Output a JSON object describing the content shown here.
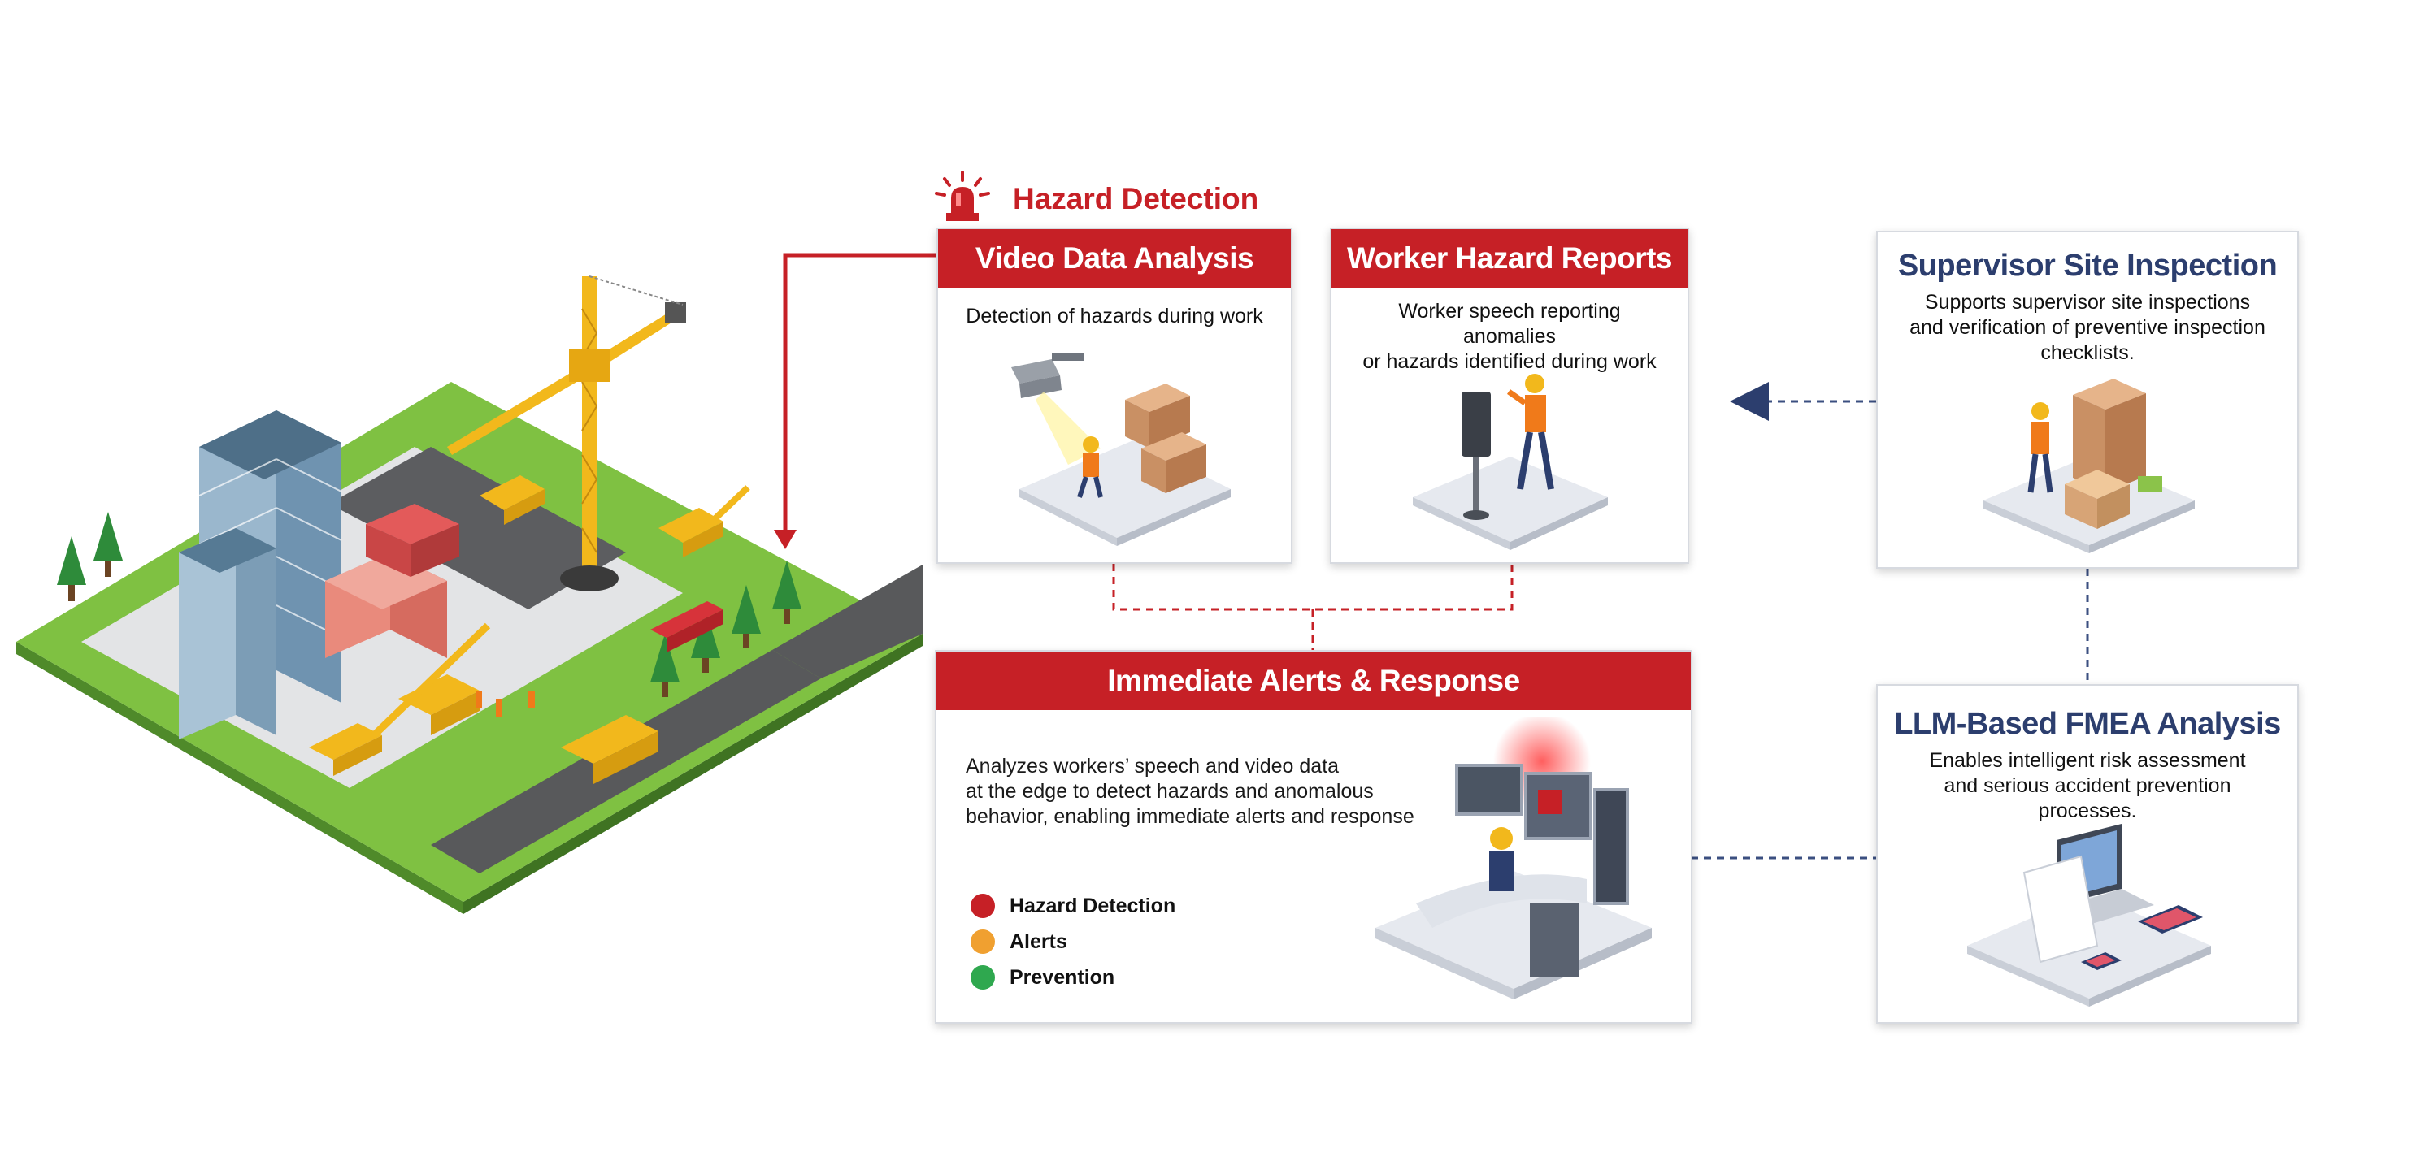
{
  "hazard_heading": "Hazard Detection",
  "cards": {
    "video": {
      "title": "Video Data Analysis",
      "description": "Detection of hazards during work"
    },
    "worker": {
      "title": "Worker Hazard Reports",
      "description_line1": "Worker speech reporting anomalies",
      "description_line2": "or hazards identified during work"
    },
    "alerts": {
      "title": "Immediate Alerts & Response",
      "description_line1": "Analyzes workers’ speech and video data",
      "description_line2": "at the edge to detect hazards and anomalous",
      "description_line3": "behavior,  enabling immediate alerts and response",
      "legend": [
        {
          "label": "Hazard Detection",
          "color": "#c62026"
        },
        {
          "label": "Alerts",
          "color": "#f0a030"
        },
        {
          "label": "Prevention",
          "color": "#2fa84f"
        }
      ]
    },
    "supervisor": {
      "title": "Supervisor Site Inspection",
      "description_line1": "Supports supervisor site inspections",
      "description_line2": "and verification of preventive inspection",
      "description_line3": "checklists."
    },
    "fmea": {
      "title": "LLM-Based FMEA Analysis",
      "description_line1": "Enables intelligent risk assessment",
      "description_line2": "and serious accident prevention processes."
    }
  },
  "colors": {
    "accent_red": "#c62026",
    "navy": "#2c3e6e",
    "connector_navy": "#3b4f80"
  },
  "icons": [
    "siren-icon",
    "cctv-camera-icon",
    "speaker-icon",
    "worker-icon",
    "boxes-icon",
    "monitor-station-icon",
    "laptop-icon",
    "tablet-icon",
    "phone-icon",
    "construction-site-illustration"
  ]
}
